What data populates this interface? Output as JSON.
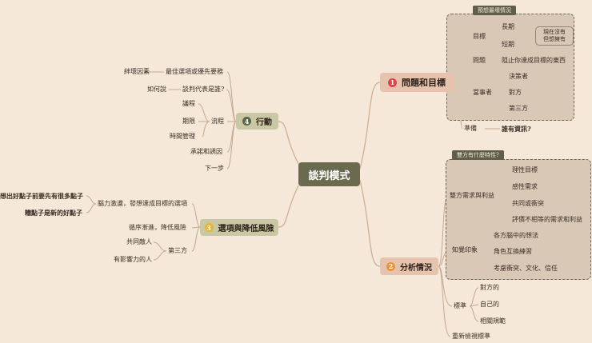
{
  "center": "談判模式",
  "b1": {
    "num": "1",
    "title": "問題和目標",
    "tag": "預想最壞情況",
    "goal": "目標",
    "long": "長期",
    "short": "短期",
    "note": "現在沒有\n但想擁有",
    "problem": "問題",
    "problem_desc": "阻止你達成目標的東西",
    "party": "當事者",
    "decider": "決策者",
    "opponent": "對方",
    "third": "第三方",
    "prep": "準備",
    "prep_desc": "誰有資訊?"
  },
  "b2": {
    "num": "2",
    "title": "分析情況",
    "tag": "雙方有什麼特性?",
    "needs": "雙方需求與利益",
    "rational": "理性目標",
    "emotional": "感性需求",
    "common": "共同或衝突",
    "assess": "評價不相等的需求和利益",
    "perception": "知覺印象",
    "minds": "各方腦中的想法",
    "role": "角色互換練習",
    "culture": "考慮衝突、文化、信任",
    "standard": "標準",
    "s1": "對方的",
    "s2": "自己的",
    "s3": "相關規範",
    "recheck": "重新檢視標準"
  },
  "b3": {
    "num": "3",
    "title": "選項與降低風險",
    "brainstorm": "腦力激盪，發想達成目標的選項",
    "idea1": "想出好點子前要先有很多點子",
    "idea2": "糟點子是新的好點子",
    "gradual": "循序漸進，降低風險",
    "third": "第三方",
    "enemy": "共同敵人",
    "influencer": "有影響力的人"
  },
  "b4": {
    "num": "4",
    "title": "行動",
    "best": "最佳選項或優先要務",
    "obstacle": "絆壞因素",
    "who": "談判代表是誰?",
    "how": "如何說",
    "process": "流程",
    "agenda": "議程",
    "deadline": "期限",
    "time": "時間管理",
    "commit": "承諾和誘因",
    "next": "下一步"
  },
  "colors": {
    "accent1": "#e0414a",
    "accent2": "#e4953a",
    "accent3": "#e3b63a",
    "accent4": "#58674a",
    "line": "#c9ab8f"
  }
}
